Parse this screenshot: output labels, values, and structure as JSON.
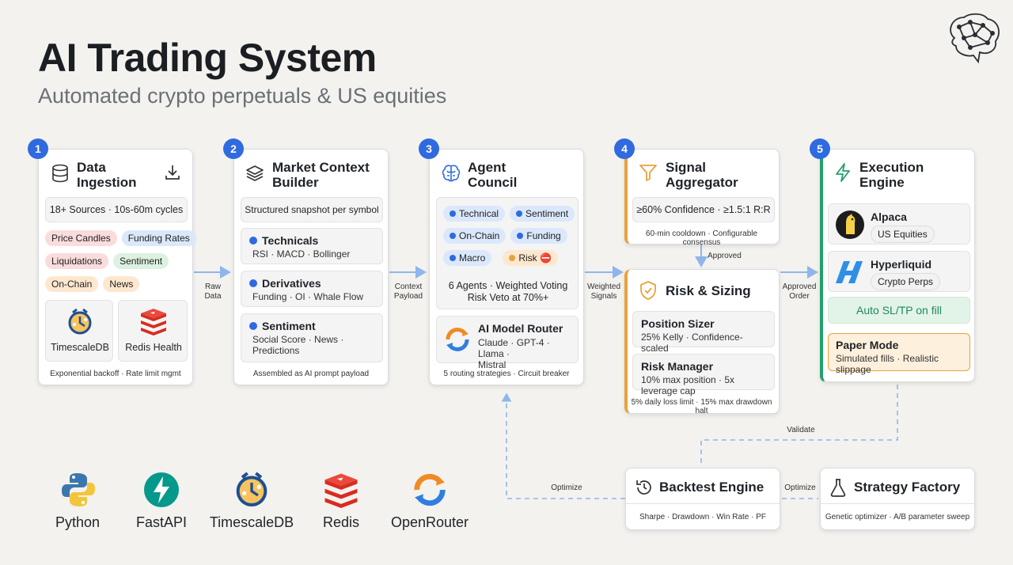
{
  "header": {
    "title": "AI Trading System",
    "subtitle": "Automated crypto perpetuals & US equities"
  },
  "colors": {
    "accent": "#2f6ae0",
    "orange": "#e8a33a",
    "green": "#22a06b",
    "flow": "#8fb5ec"
  },
  "data_ingestion": {
    "number": "1",
    "title": "Data Ingestion",
    "title_l1": "Data",
    "title_l2": "Ingestion",
    "sources": "18+ Sources · 10s-60m cycles",
    "tags": [
      "Price Candles",
      "Funding Rates",
      "Liquidations",
      "Sentiment",
      "On-Chain",
      "News"
    ],
    "db1": "TimescaleDB",
    "db2": "Redis Health",
    "footer": "Exponential backoff · Rate limit mgmt"
  },
  "market_context": {
    "number": "2",
    "title_l1": "Market Context",
    "title_l2": "Builder",
    "snapshot": "Structured snapshot per symbol",
    "sections": [
      {
        "title": "Technicals",
        "sub_l1": "RSI · MACD · Bollinger",
        "sub_l2": ""
      },
      {
        "title": "Derivatives",
        "sub_l1": "Funding · OI · Whale Flow",
        "sub_l2": ""
      },
      {
        "title": "Sentiment",
        "sub_l1": "Social Score · News ·",
        "sub_l2": "Predictions"
      }
    ],
    "footer": "Assembled as AI prompt payload"
  },
  "agent_council": {
    "number": "3",
    "title_l1": "Agent",
    "title_l2": "Council",
    "agents": [
      "Technical",
      "Sentiment",
      "On-Chain",
      "Funding",
      "Macro",
      "Risk ⛔"
    ],
    "voting_l1": "6 Agents · Weighted Voting",
    "voting_l2": "Risk Veto at 70%+",
    "router_title": "AI Model Router",
    "router_l1": "Claude · GPT-4 · Llama ·",
    "router_l2": "Mistral",
    "footer": "5 routing strategies · Circuit breaker"
  },
  "signal_aggregator": {
    "number": "4",
    "title_l1": "Signal",
    "title_l2": "Aggregator",
    "confidence": "≥60% Confidence · ≥1.5:1 R:R",
    "footer": "60-min cooldown · Configurable consensus"
  },
  "risk_sizing": {
    "title": "Risk & Sizing",
    "sections": [
      {
        "title": "Position Sizer",
        "sub": "25% Kelly · Confidence-scaled"
      },
      {
        "title": "Risk Manager",
        "sub": "10% max position · 5x leverage cap"
      }
    ],
    "footer": "5% daily loss limit · 15% max drawdown halt"
  },
  "execution_engine": {
    "number": "5",
    "title_l1": "Execution",
    "title_l2": "Engine",
    "brokers": [
      {
        "name": "Alpaca",
        "tag": "US Equities"
      },
      {
        "name": "Hyperliquid",
        "tag": "Crypto Perps"
      }
    ],
    "auto": "Auto SL/TP on fill",
    "paper_title": "Paper Mode",
    "paper_sub": "Simulated fills · Realistic slippage"
  },
  "backtest": {
    "title": "Backtest Engine",
    "footer": "Sharpe · Drawdown · Win Rate · PF"
  },
  "strategy": {
    "title": "Strategy Factory",
    "footer": "Genetic optimizer · A/B parameter sweep"
  },
  "flow_labels": {
    "raw_l1": "Raw",
    "raw_l2": "Data",
    "ctx_l1": "Context",
    "ctx_l2": "Payload",
    "weighted_l1": "Weighted",
    "weighted_l2": "Signals",
    "approved_l1": "Approved",
    "approved_l2": "Order",
    "approved": "Approved",
    "validate": "Validate",
    "optimize_left": "Optimize",
    "optimize_mid": "Optimize"
  },
  "tech_stack": [
    {
      "name": "Python",
      "icon": "python-icon"
    },
    {
      "name": "FastAPI",
      "icon": "fastapi-icon"
    },
    {
      "name": "TimescaleDB",
      "icon": "timescaledb-icon"
    },
    {
      "name": "Redis",
      "icon": "redis-icon"
    },
    {
      "name": "OpenRouter",
      "icon": "openrouter-icon"
    }
  ]
}
